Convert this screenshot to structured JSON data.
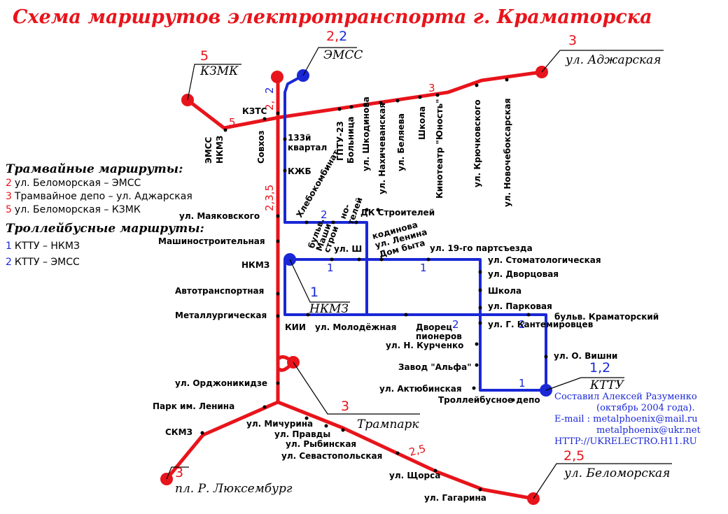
{
  "title": "Схема маршрутов электротранспорта г. Краматорска",
  "colors": {
    "tram": "#e8141b",
    "trolley": "#1a28d6",
    "text": "#000000"
  },
  "legend": {
    "tram_heading": "Трамвайные маршруты:",
    "tram": [
      {
        "num": "2",
        "text": "ул. Беломорская – ЭМСС"
      },
      {
        "num": "3",
        "text": "Трамвайное депо – ул. Аджарская"
      },
      {
        "num": "5",
        "text": "ул. Беломорская – КЗМК"
      }
    ],
    "trolley_heading": "Троллейбусные маршруты:",
    "trolley": [
      {
        "num": "1",
        "text": "КТТУ – НКМЗ"
      },
      {
        "num": "2",
        "text": "КТТУ – ЭМСС"
      }
    ]
  },
  "terminals": {
    "kzmk": {
      "name": "КЗМК",
      "num": "5"
    },
    "emss": {
      "name": "ЭМСС",
      "num_a": "2",
      "num_sep": ",",
      "num_b": "2"
    },
    "adzharskaya": {
      "name": "ул. Аджарская",
      "num": "3"
    },
    "nkmz": {
      "name": "НКМЗ",
      "num": "1"
    },
    "kttu": {
      "name": "КТТУ",
      "num": "1,2"
    },
    "trampark": {
      "name": "Трампарк",
      "num": "3"
    },
    "luxemburg": {
      "name": "пл. Р. Люксембург",
      "num": "3"
    },
    "belomorskaya": {
      "name": "ул. Беломорская",
      "num": "2,5"
    }
  },
  "route_labels": {
    "tram_5": "5",
    "tram_3_north": "3",
    "tram_2_5_diag": "2,5",
    "tram_235_vert": "2,3,5",
    "tram_2_vert": "2,",
    "trolley_2_vert": "2",
    "trolley_2_mid": "2",
    "trolley_1_a": "1",
    "trolley_1_b": "1",
    "trolley_2_c": "2",
    "trolley_2_d": "2",
    "trolley_1_e": "1"
  },
  "stops": {
    "kzts": "КЗТС",
    "emss_nkmz_a": "ЭМСС",
    "emss_nkmz_b": "НКМЗ",
    "sovkhoz": "Совхоз",
    "kvartal_a": "133й",
    "kvartal_b": "квартал",
    "kzhb": "КЖБ",
    "gptu_a": "ГПТУ-23",
    "gptu_b": "Больница",
    "khlebokombinat": "Хлебокомбинат",
    "shkodinova": "ул. Шкодинова",
    "nakhichevanskaya": "ул. Нахичеванская",
    "belyaeva": "ул. Беляева",
    "shkola_n": "Школа",
    "kinoteatr": "Кинотеатр \"Юность\"",
    "kryuchkovskogo": "ул. Крючковского",
    "novocheboksarskaya": "ул. Новочебоксарская",
    "mayakovskogo": "ул. Маяковского",
    "mashinostroitelnaya": "Машиностроительная",
    "nkmz_stop": "НКМЗ",
    "avtotransportnaya": "Автотранспортная",
    "metallurgicheskaya": "Металлургическая",
    "bulv_a": "бульв.",
    "bulv_b": "Маши",
    "bulv_c": "строи",
    "no_a": "но-",
    "no_b": "телей",
    "dk_stroiteley": "ДК Строителей",
    "shkodinova_s": "ул. Ш",
    "kodinova": "кодинова",
    "lenina": "ул. Ленина",
    "dom_byta": "Дом быта",
    "partsyezda": "ул. 19-го партсъезда",
    "stomatologicheskaya": "ул. Стоматологическая",
    "dvortsovaya": "ул. Дворцовая",
    "shkola_e": "Школа",
    "parkovaya": "ул. Парковая",
    "kramatorsky": "бульв. Краматорский",
    "gkantemirovtsev": "ул. Г. Кантемировцев",
    "kii": "КИИ",
    "molodyozhnaya": "ул. Молодёжная",
    "dvorets_a": "Дворец",
    "dvorets_b": "пионеров",
    "kurchenko": "ул. Н. Курченко",
    "alfa": "Завод \"Альфа\"",
    "vishni": "ул. О. Вишни",
    "aktyubinskaya": "ул. Актюбинская",
    "depo": "Троллейбусное депо",
    "ordzhonikidze": "ул. Орджоникидзе",
    "park_lenina": "Парк им. Ленина",
    "skmz": "СКМЗ",
    "michurina": "ул. Мичурина",
    "pravdy": "ул. Правды",
    "rybinskaya": "ул. Рыбинская",
    "sevastopolskaya": "ул. Севастопольская",
    "shchorsa": "ул. Щорса",
    "gagarina": "ул. Гагарина"
  },
  "credits": {
    "line1": "Составил Алексей Разуменко",
    "line2": "(октябрь 2004 года).",
    "line3": "E-mail : metalphoenix@mail.ru",
    "line4": "metalphoenix@ukr.net",
    "line5": "HTTP://UKRELECTRO.H11.RU"
  }
}
